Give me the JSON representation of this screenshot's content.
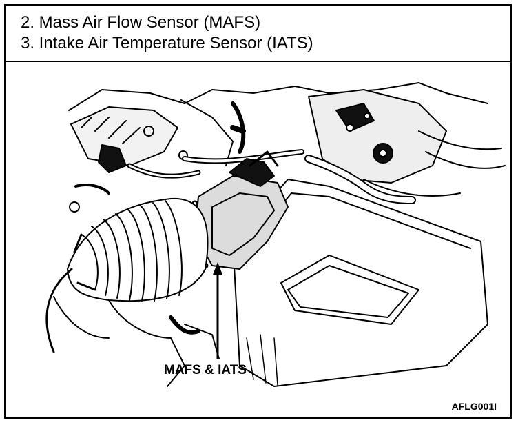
{
  "header": {
    "items": [
      "2.  Mass Air Flow Sensor (MAFS)",
      "3.  Intake Air Temperature Sensor (IATS)"
    ]
  },
  "figure": {
    "callout_label": "MAFS & IATS",
    "figure_code": "AFLG001I"
  }
}
